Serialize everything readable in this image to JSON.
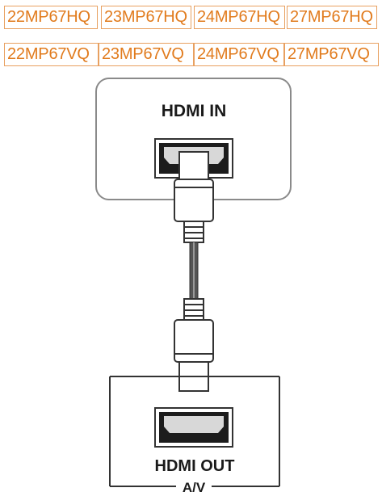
{
  "models": {
    "row1": [
      "22MP67HQ",
      "23MP67HQ",
      "24MP67HQ",
      "27MP67HQ"
    ],
    "row2": [
      "22MP67VQ",
      "23MP67VQ",
      "24MP67VQ",
      "27MP67VQ"
    ]
  },
  "monitor": {
    "port_label": "HDMI IN"
  },
  "source": {
    "port_label": "HDMI OUT",
    "device_label": "A/V"
  },
  "colors": {
    "model_box_border": "#e8a060",
    "model_text": "#e17b1d"
  }
}
